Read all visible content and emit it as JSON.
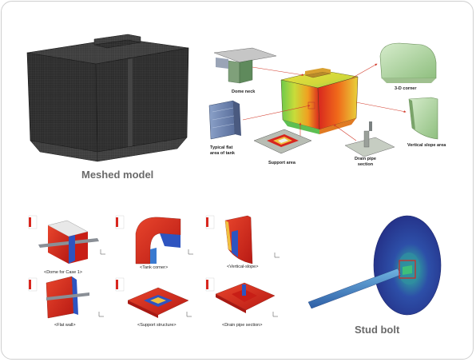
{
  "captions": {
    "meshed_model": "Meshed model",
    "stud_bolt": "Stud bolt"
  },
  "callouts": {
    "dome_neck": "Dome neck",
    "corner_3d": "3-D corner",
    "typical_flat_line1": "Typical flat",
    "typical_flat_line2": "area of tank",
    "support_area": "Support area",
    "drain_pipe_line1": "Drain pipe",
    "drain_pipe_line2": "section",
    "vertical_slope_area": "Vertical slope area"
  },
  "panels": [
    {
      "label": "<Dome for Case 1>"
    },
    {
      "label": "<Tank corner>"
    },
    {
      "label": "<Vertical-slope>"
    },
    {
      "label": "<Flat wall>"
    },
    {
      "label": "<Support structure>"
    },
    {
      "label": "<Drain pipe section>"
    }
  ],
  "colors": {
    "frame_border": "#cfcfcf",
    "caption_text": "#6a6a6a",
    "callout_arrow": "#d23a2a",
    "mesh_dark": "#2c2c2c",
    "stress_red": "#d8261e",
    "stress_blue": "#2e54c0",
    "stud_blue": "#2a3a9a"
  }
}
